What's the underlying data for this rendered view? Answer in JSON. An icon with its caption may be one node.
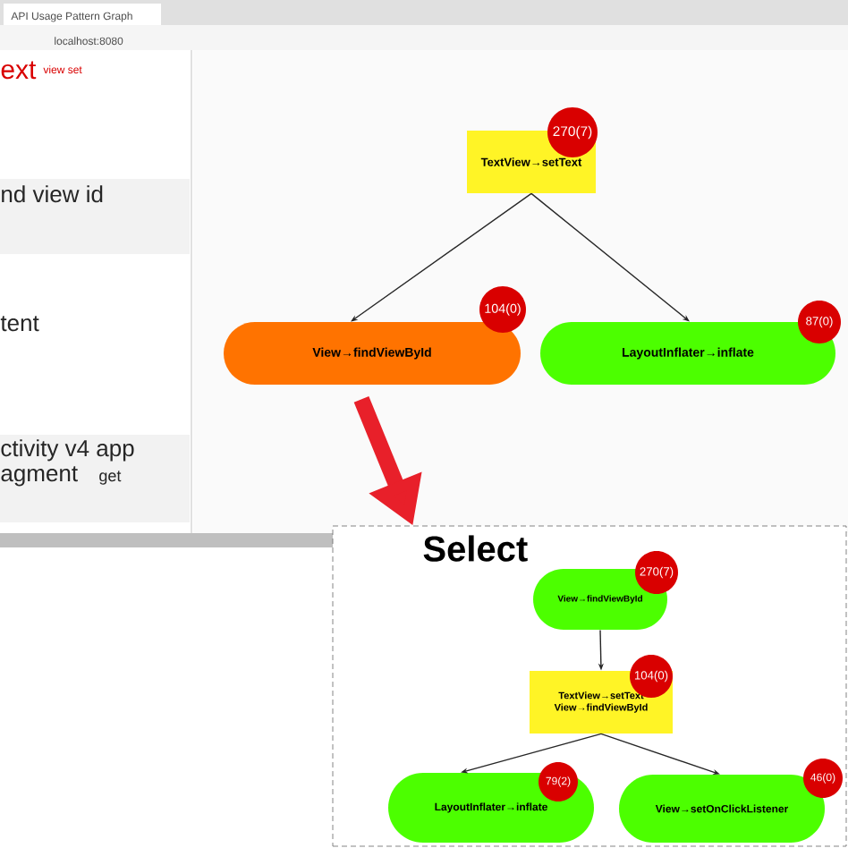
{
  "diagram": {
    "nodes": [
      {
        "text": [
          "270(7)",
          "TextView→setText"
        ]
      },
      {
        "text": [
          "104(0)",
          "View→findViewById"
        ]
      },
      {
        "text": [
          "87(0)",
          "LayoutInflater→inflate"
        ]
      },
      {
        "text": [
          "Select"
        ]
      },
      {
        "text": [
          "270(7)",
          "View→findViewById"
        ],
        "in": 3
      },
      {
        "text": [
          "104(0)",
          "TextView→setText View→findViewById"
        ],
        "in": 3
      },
      {
        "text": [
          "79(2)",
          "LayoutInflater→inflate"
        ],
        "in": 3
      },
      {
        "text": [
          "46(0)",
          "View→setOnClickListener"
        ],
        "in": 3
      }
    ],
    "edges": [
      {
        "from": 0,
        "to": 1,
        "arrow": "to"
      },
      {
        "from": 0,
        "to": 2,
        "arrow": "to"
      },
      {
        "from": 1,
        "to": 3,
        "arrow": "to",
        "style": "thick",
        "color": "#e8202a"
      },
      {
        "from": 4,
        "to": 5,
        "arrow": "to"
      },
      {
        "from": 5,
        "to": 6,
        "arrow": "to"
      },
      {
        "from": 5,
        "to": 7,
        "arrow": "to"
      }
    ],
    "labels": [
      "API Usage Pattern Graph",
      "localhost:8080",
      "ext",
      "view set",
      "nd view id",
      "tent",
      "ctivity v4 app",
      "agment",
      "get"
    ]
  }
}
